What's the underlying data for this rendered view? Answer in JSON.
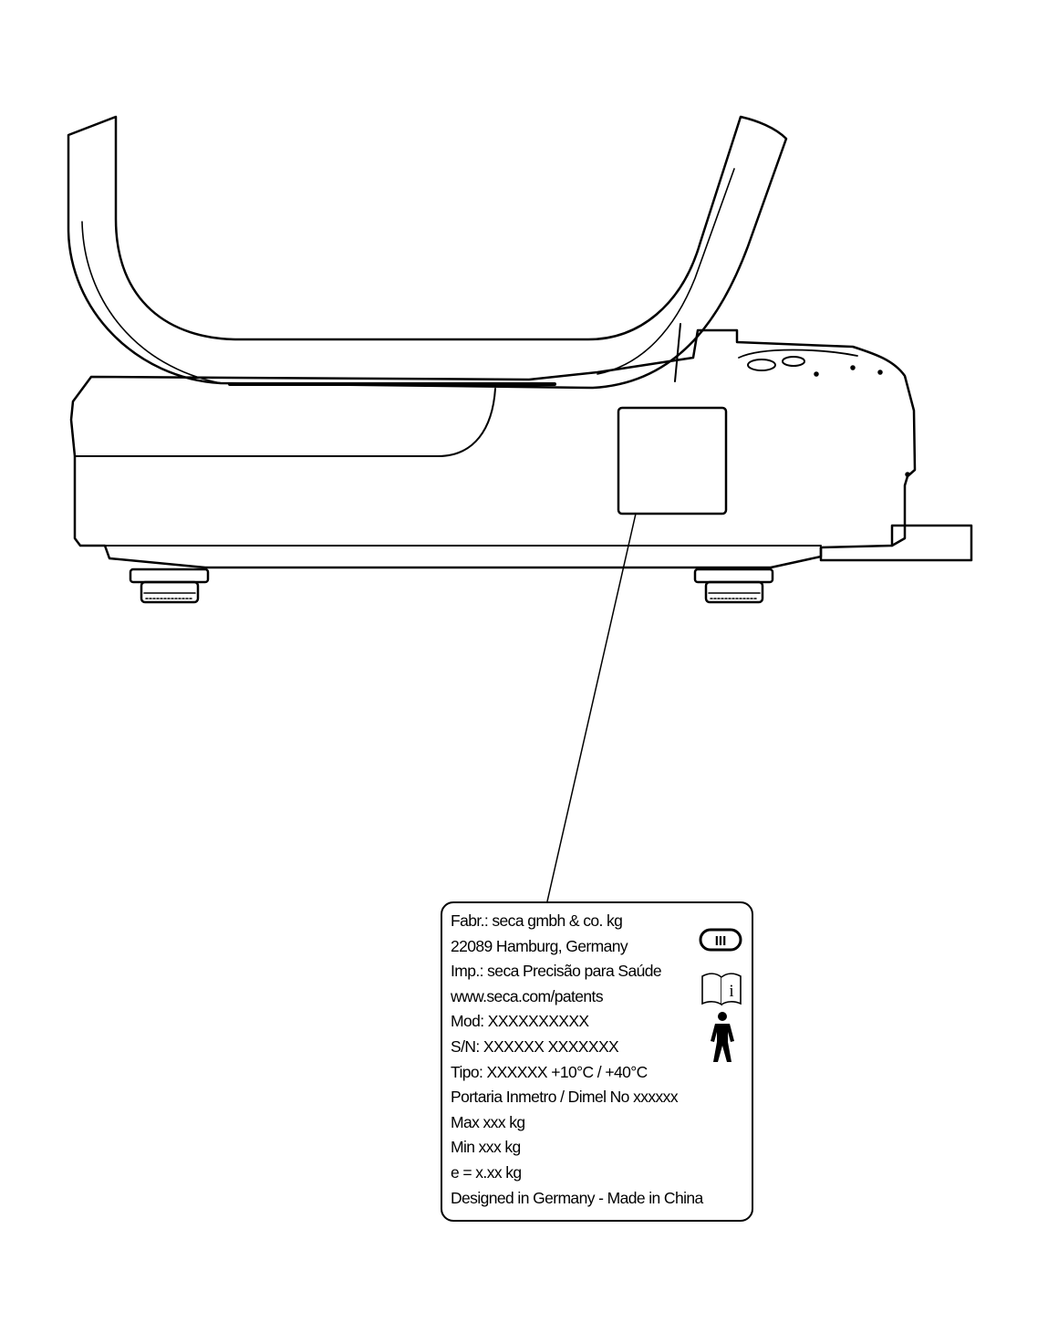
{
  "type_plate": {
    "lines": [
      "Fabr.: seca gmbh & co. kg",
      "22089 Hamburg, Germany",
      "Imp.: seca Precisão para Saúde",
      "www.seca.com/patents",
      "Mod: XXXXXXXXXX",
      "S/N: XXXXXX XXXXXXX",
      "Tipo: XXXXXX +10°C / +40°C",
      "Portaria Inmetro / Dimel No xxxxxx",
      "Max xxx kg",
      "Min xxx kg",
      "e = x.xx kg",
      "Designed in Germany - Made in China"
    ],
    "accuracy_class": "III",
    "manual_symbol": "i",
    "symbols": [
      "accuracy-class-iii-icon",
      "consult-instructions-icon",
      "type-b-applied-part-icon"
    ]
  }
}
